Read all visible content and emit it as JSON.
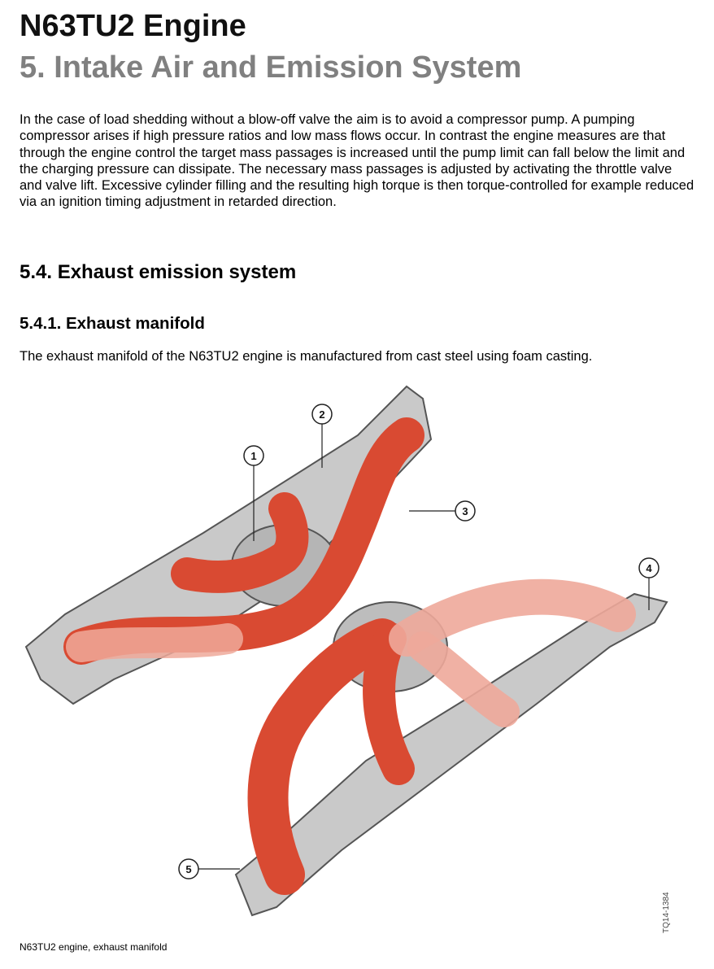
{
  "document": {
    "title": "N63TU2 Engine",
    "chapter": "5. Intake Air and Emission System"
  },
  "intro_paragraph": "In the case of load shedding without a blow-off valve the aim is to avoid a compressor pump. A pumping compressor arises if high pressure ratios and low mass flows occur. In contrast the engine measures are that through the engine control the target mass passages is increased until the pump limit can fall below the limit and the charging pressure can dissipate. The necessary mass passages is adjusted by activating the throttle valve and valve lift. Excessive cylinder filling and the resulting high torque is then torque-controlled for example reduced via an ignition timing adjustment in retarded direction.",
  "section": {
    "heading": "5.4. Exhaust emission system"
  },
  "subsection": {
    "heading": "5.4.1. Exhaust manifold",
    "body": "The exhaust manifold of the N63TU2 engine is manufactured from cast steel using foam casting."
  },
  "figure": {
    "callouts": [
      "1",
      "2",
      "3",
      "4",
      "5"
    ],
    "figure_id": "TQ14-1384",
    "caption": "N63TU2 engine, exhaust manifold",
    "colors": {
      "pipe": "#d94a32",
      "pipe_light": "#eea99a",
      "casting": "#c9c9c9",
      "flange_edge": "#555555"
    }
  }
}
